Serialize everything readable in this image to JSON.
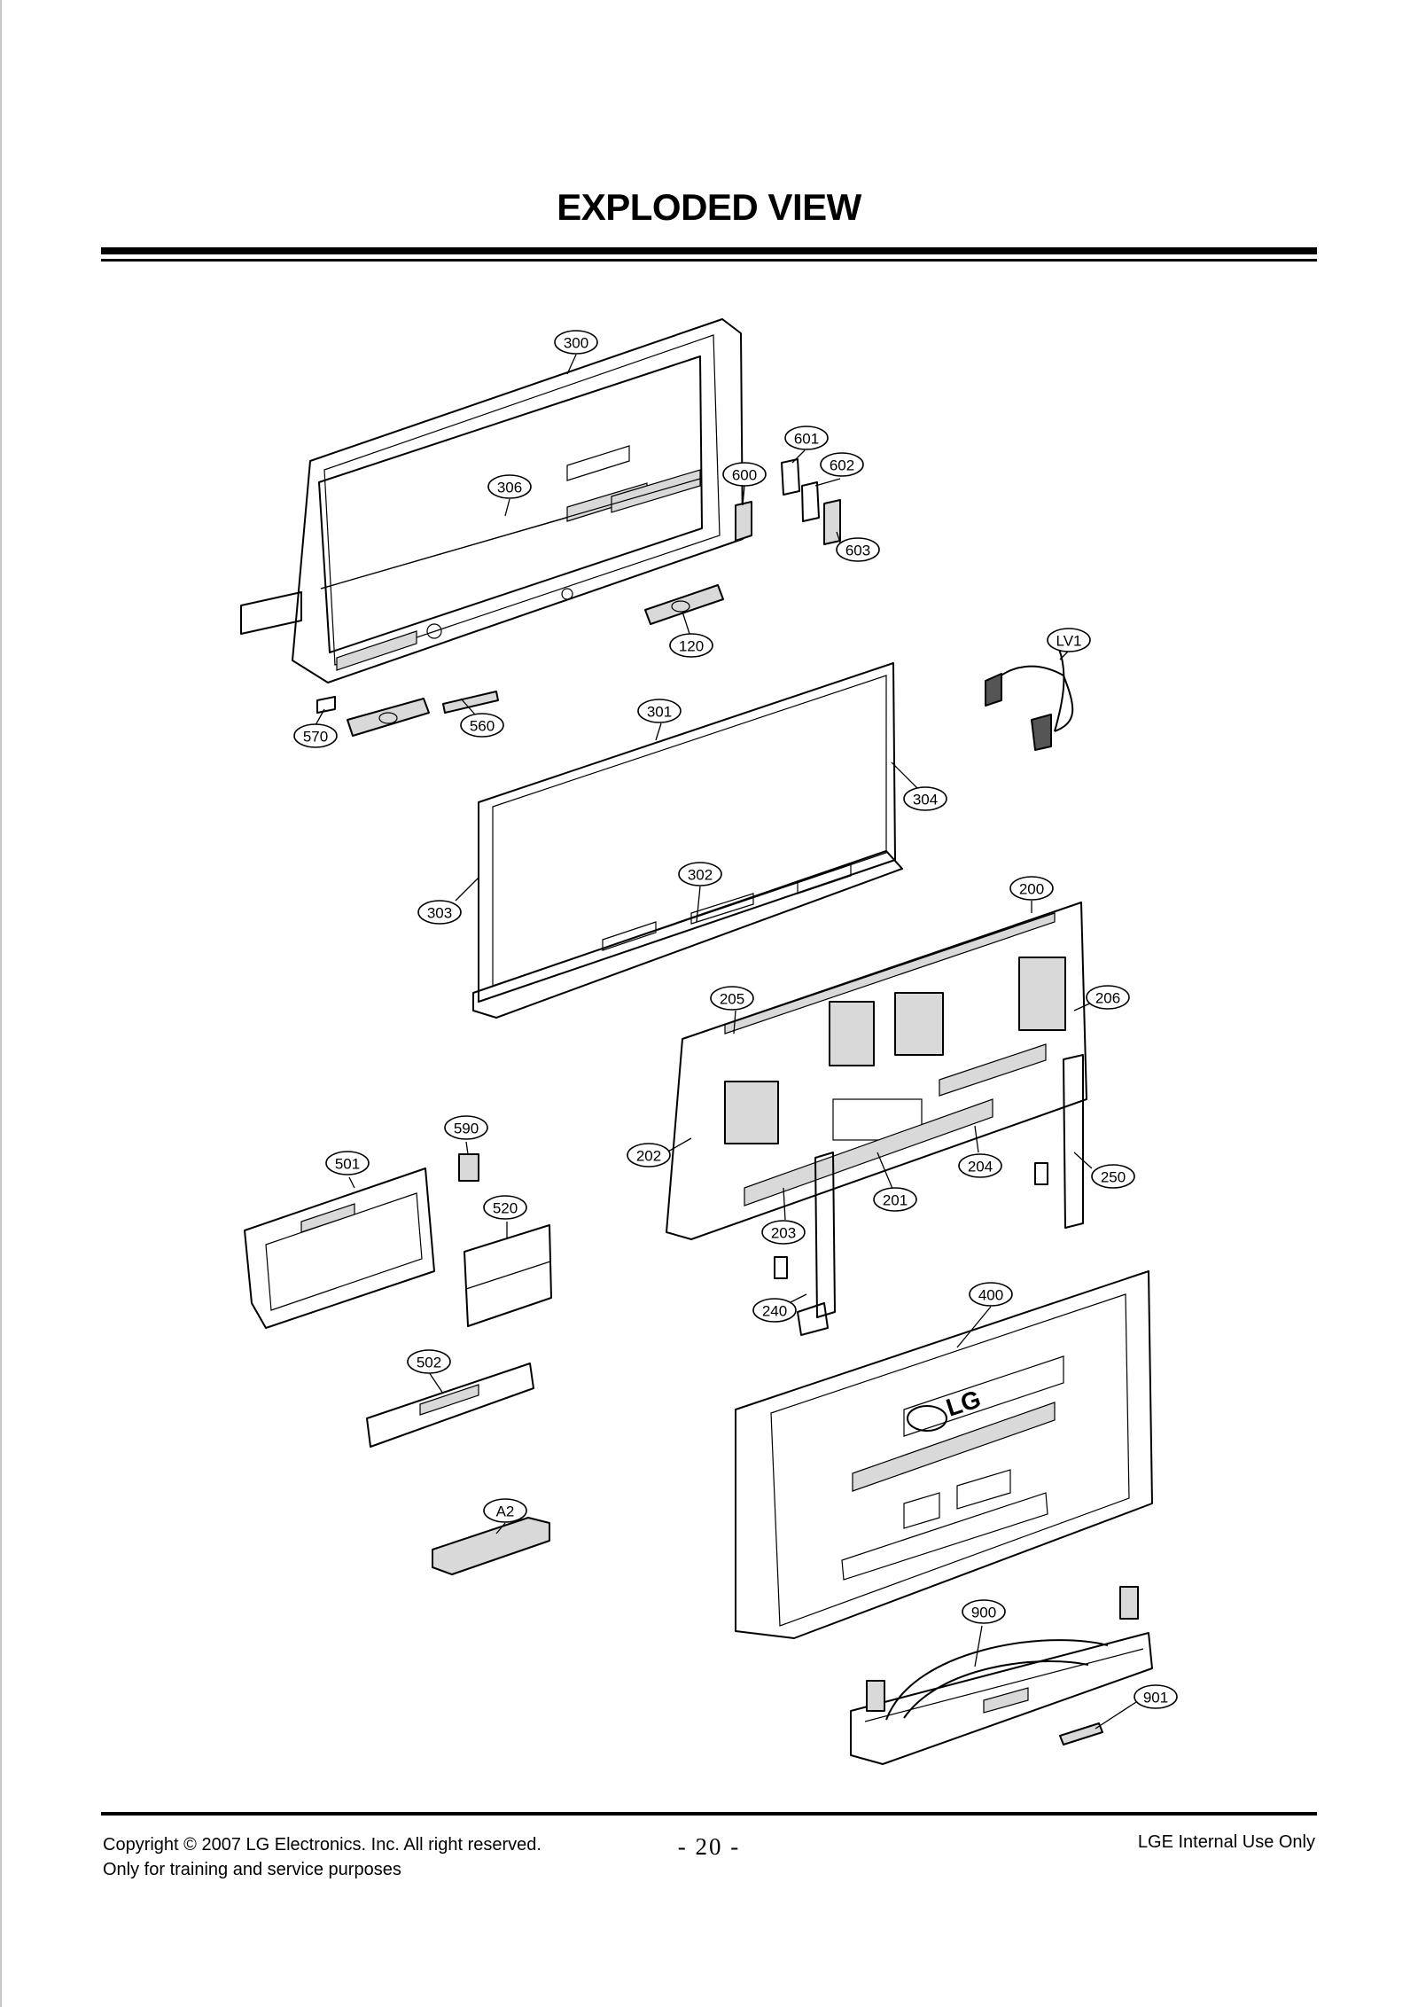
{
  "title": "EXPLODED VIEW",
  "callouts": [
    {
      "id": "c300",
      "label": "300"
    },
    {
      "id": "c306",
      "label": "306"
    },
    {
      "id": "c600",
      "label": "600"
    },
    {
      "id": "c601",
      "label": "601"
    },
    {
      "id": "c602",
      "label": "602"
    },
    {
      "id": "c603",
      "label": "603"
    },
    {
      "id": "c120",
      "label": "120"
    },
    {
      "id": "c570",
      "label": "570"
    },
    {
      "id": "c560",
      "label": "560"
    },
    {
      "id": "cLV1",
      "label": "LV1"
    },
    {
      "id": "c301",
      "label": "301"
    },
    {
      "id": "c304",
      "label": "304"
    },
    {
      "id": "c302",
      "label": "302"
    },
    {
      "id": "c303",
      "label": "303"
    },
    {
      "id": "c200",
      "label": "200"
    },
    {
      "id": "c205",
      "label": "205"
    },
    {
      "id": "c206",
      "label": "206"
    },
    {
      "id": "c590",
      "label": "590"
    },
    {
      "id": "c501",
      "label": "501"
    },
    {
      "id": "c202",
      "label": "202"
    },
    {
      "id": "c204",
      "label": "204"
    },
    {
      "id": "c250",
      "label": "250"
    },
    {
      "id": "c520",
      "label": "520"
    },
    {
      "id": "c201",
      "label": "201"
    },
    {
      "id": "c203",
      "label": "203"
    },
    {
      "id": "c240",
      "label": "240"
    },
    {
      "id": "c400",
      "label": "400"
    },
    {
      "id": "c502",
      "label": "502"
    },
    {
      "id": "cA2",
      "label": "A2"
    },
    {
      "id": "c900",
      "label": "900"
    },
    {
      "id": "c901",
      "label": "901"
    }
  ],
  "back_cover_logo": "LG",
  "footer": {
    "copyright": "Copyright © 2007 LG Electronics. Inc. All right reserved.",
    "purpose": "Only for training and service purposes",
    "page": "- 20 -",
    "internal": "LGE Internal Use Only"
  }
}
